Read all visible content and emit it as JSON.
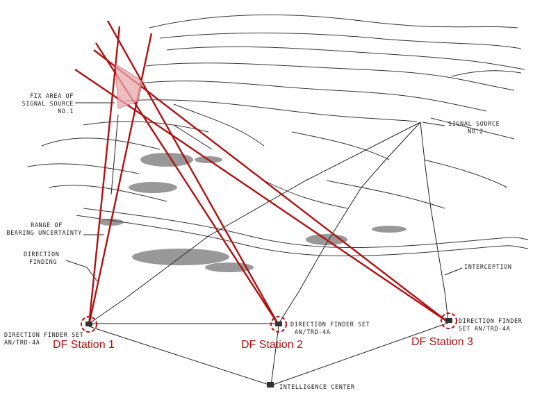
{
  "labels": {
    "fix_area_line1": "FIX AREA OF",
    "fix_area_line2": "SIGNAL SOURCE",
    "fix_area_line3": "NO.1",
    "signal_source2_line1": "SIGNAL SOURCE",
    "signal_source2_line2": "NO.2",
    "range_line1": "RANGE OF",
    "range_line2": "BEARING UNCERTAINTY",
    "df_line1": "DIRECTION",
    "df_line2": "FINDING",
    "interception": "INTERCEPTION",
    "dfs1_line1": "DIRECTION FINDER SET",
    "dfs1_line2": "AN/TRD-4A",
    "dfs2_line1": "DIRECTION FINDER SET",
    "dfs2_line2": "AN/TRD-4A",
    "dfs3_line1": "DIRECTION FINDER",
    "dfs3_line2": "SET AN/TRD-4A",
    "intelligence_center": "INTELLIGENCE CENTER"
  },
  "stations": {
    "s1": "DF Station 1",
    "s2": "DF Station 2",
    "s3": "DF Station 3"
  },
  "colors": {
    "bearing": "#b01010",
    "sketch": "#222222",
    "fix_fill": "#e9a9ad"
  }
}
